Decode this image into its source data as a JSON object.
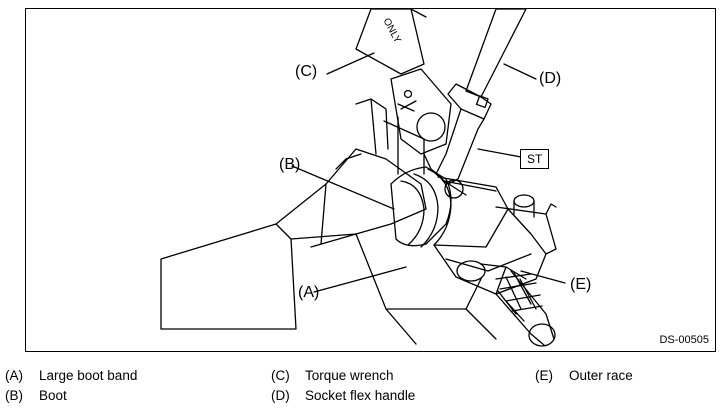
{
  "figure": {
    "id": "DS-00505",
    "st_label": "ST",
    "callouts": {
      "A": "(A)",
      "B": "(B)",
      "C": "(C)",
      "D": "(D)",
      "E": "(E)"
    },
    "wrench_text": "ONLY"
  },
  "legend": [
    {
      "code": "(A)",
      "text": "Large boot band"
    },
    {
      "code": "(B)",
      "text": "Boot"
    },
    {
      "code": "(C)",
      "text": "Torque wrench"
    },
    {
      "code": "(D)",
      "text": "Socket flex handle"
    },
    {
      "code": "(E)",
      "text": "Outer race"
    }
  ]
}
